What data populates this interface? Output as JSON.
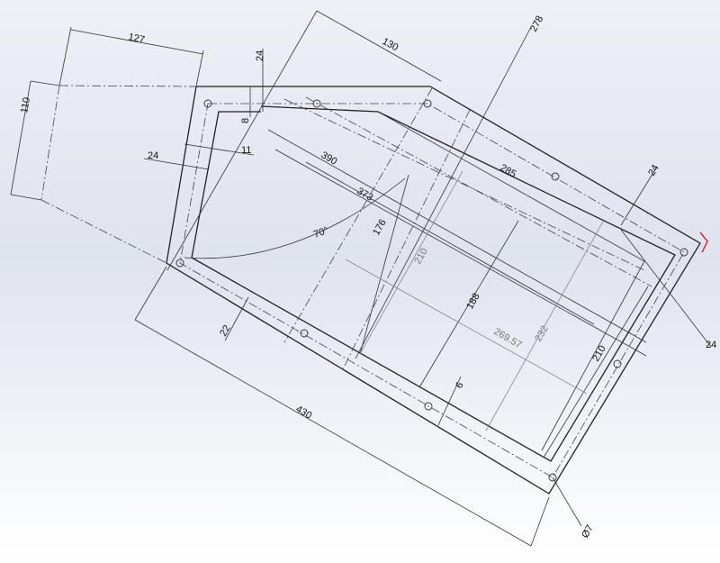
{
  "sketch": {
    "dimensions": {
      "d127": "127",
      "d110": "110",
      "d130": "130",
      "d278": "278",
      "d24_top": "24",
      "d8": "8",
      "d11": "11",
      "d24_left": "24",
      "d390": "390",
      "d285": "285",
      "d373": "373",
      "d24_right_top": "24",
      "angle70": "70°",
      "d176": "176",
      "d210_ref": "210",
      "d188": "188",
      "d269_57": "269.57",
      "d232": "232",
      "d210": "210",
      "d24_right": "24",
      "d22": "22",
      "d6": "6",
      "d430": "430",
      "hole_dia": "Ø7"
    },
    "colors": {
      "geometry": "#222222",
      "reference_dim": "#777777",
      "endpoint": "#e00000"
    }
  }
}
